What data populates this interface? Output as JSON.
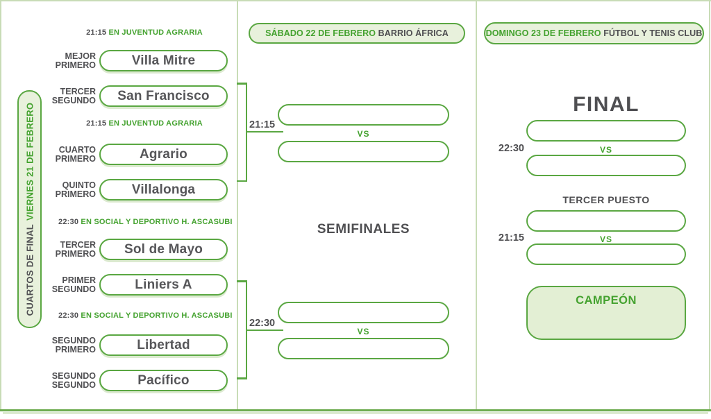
{
  "colors": {
    "green_border": "#5aa742",
    "green_text": "#44a22f",
    "light_green_fill": "#e8f1dc",
    "dark_text": "#4f4f52",
    "divider_line": "#c8dcb6"
  },
  "quarterfinals": {
    "ribbon_stage": "CUARTOS DE FINAL",
    "ribbon_date": "VIERNES 21 DE FEBRERO",
    "matches": [
      {
        "time": "21:15",
        "venue": "EN JUVENTUD AGRARIA",
        "slots": [
          {
            "seed_line1": "MEJOR",
            "seed_line2": "PRIMERO",
            "team": "Villa Mitre"
          },
          {
            "seed_line1": "TERCER",
            "seed_line2": "SEGUNDO",
            "team": "San Francisco"
          }
        ]
      },
      {
        "time": "21:15",
        "venue": "EN JUVENTUD AGRARIA",
        "slots": [
          {
            "seed_line1": "CUARTO",
            "seed_line2": "PRIMERO",
            "team": "Agrario"
          },
          {
            "seed_line1": "QUINTO",
            "seed_line2": "PRIMERO",
            "team": "Villalonga"
          }
        ]
      },
      {
        "time": "22:30",
        "venue": "EN SOCIAL Y DEPORTIVO H. ASCASUBI",
        "slots": [
          {
            "seed_line1": "TERCER",
            "seed_line2": "PRIMERO",
            "team": "Sol de Mayo"
          },
          {
            "seed_line1": "PRIMER",
            "seed_line2": "SEGUNDO",
            "team": "Liniers A"
          }
        ]
      },
      {
        "time": "22:30",
        "venue": "EN SOCIAL Y DEPORTIVO H. ASCASUBI",
        "slots": [
          {
            "seed_line1": "SEGUNDO",
            "seed_line2": "PRIMERO",
            "team": "Libertad"
          },
          {
            "seed_line1": "SEGUNDO",
            "seed_line2": "SEGUNDO",
            "team": "Pacífico"
          }
        ]
      }
    ]
  },
  "semifinals": {
    "header_date": "SÁBADO 22 DE FEBRERO",
    "header_venue": "BARRIO ÁFRICA",
    "title": "SEMIFINALES",
    "matches": [
      {
        "time": "21:15",
        "vs_label": "VS"
      },
      {
        "time": "22:30",
        "vs_label": "VS"
      }
    ]
  },
  "finals": {
    "header_date": "DOMINGO 23 DE FEBRERO",
    "header_venue": "FÚTBOL Y TENIS CLUB",
    "final_title": "FINAL",
    "final_time": "22:30",
    "final_vs": "VS",
    "third_place_title": "TERCER PUESTO",
    "third_place_time": "21:15",
    "third_place_vs": "VS",
    "champion_label": "CAMPEÓN"
  }
}
